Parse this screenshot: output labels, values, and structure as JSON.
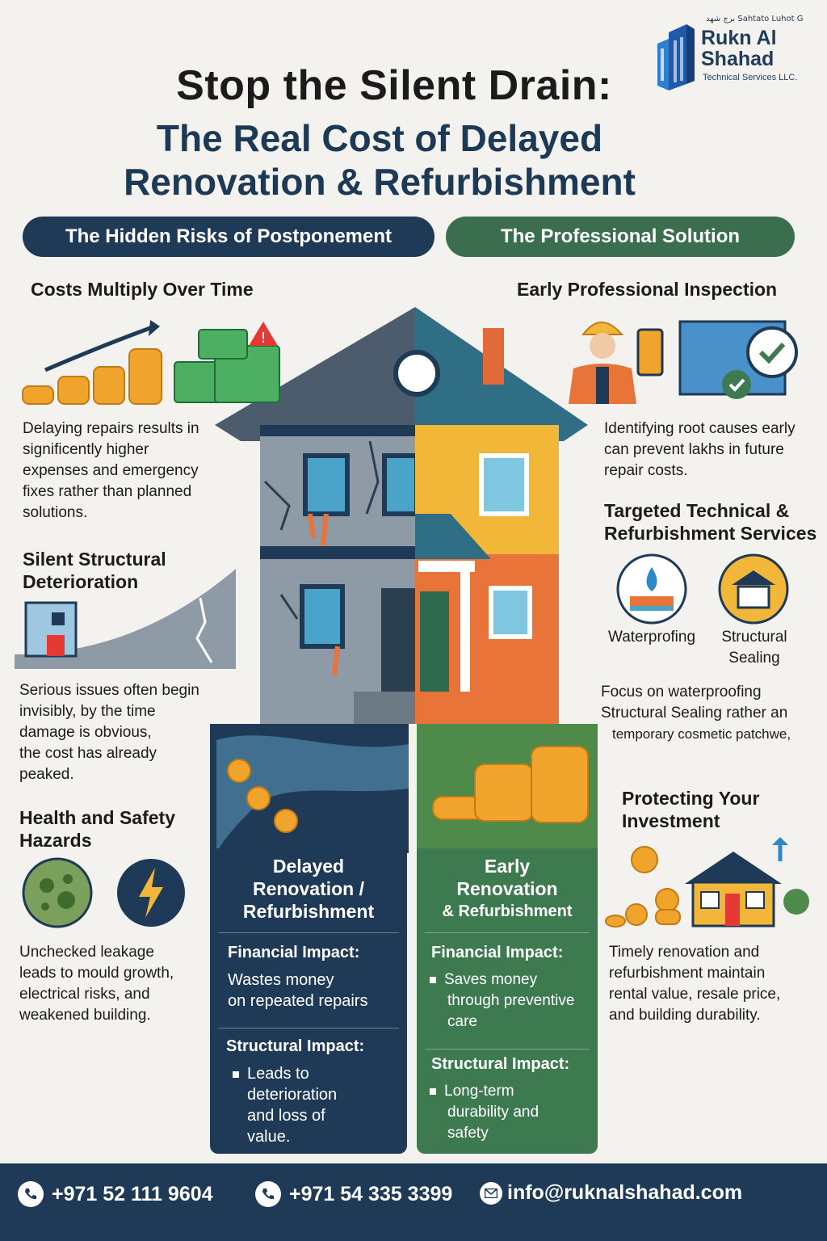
{
  "logo": {
    "tagline": "ﺑﺮﺝ ﺷﻬﺪ Sahtato Luhot G",
    "name_line1": "Rukn Al",
    "name_line2": "Shahad",
    "subtitle": "Technical Services LLC."
  },
  "title": {
    "line1": "Stop the Silent Drain:",
    "line2a": "The Real Cost of Delayed",
    "line2b": "Renovation & Refurbishment"
  },
  "columns": {
    "risks_label": "The Hidden Risks of Postponement",
    "solution_label": "The Professional Solution"
  },
  "risks": {
    "costs": {
      "heading": "Costs Multiply Over Time",
      "body": [
        "Delaying repairs results in",
        "significently higher",
        "expenses and emergency",
        "fixes rather than planned",
        "solutions."
      ]
    },
    "structural": {
      "heading": [
        "Silent Structural",
        "Deterioration"
      ],
      "body": [
        "Serious issues often begin",
        "invisibly, by the time",
        "damage is obvious,",
        "the cost has already",
        "peaked."
      ]
    },
    "health": {
      "heading": [
        "Health and Safety",
        "Hazards"
      ],
      "body": [
        "Unchecked leakage",
        "leads to mould growth,",
        "electrical risks, and",
        "weakened building."
      ]
    }
  },
  "solutions": {
    "inspection": {
      "heading": "Early Professional Inspection",
      "body": [
        "Identifying root causes early",
        "can prevent lakhs in future",
        "repair costs."
      ]
    },
    "services": {
      "heading": [
        "Targeted Technical &",
        "Refurbishment Services"
      ],
      "item1": "Waterprofing",
      "item2": [
        "Structural",
        "Sealing"
      ],
      "body": [
        "Focus on waterproofing",
        "Structural Sealing rather an",
        "temporary cosmetic patchwe,"
      ]
    },
    "investment": {
      "heading": [
        "Protecting Your",
        "Investment"
      ],
      "body": [
        "Timely renovation and",
        "refurbishment maintain",
        "rental value, resale price,",
        "and building durability."
      ]
    }
  },
  "delayed_panel": {
    "title": [
      "Delayed",
      "Renovation /",
      "Refurbishment"
    ],
    "financial_label": "Financial Impact:",
    "financial_body": [
      "Wastes money",
      "on repeated repairs"
    ],
    "structural_label": "Structural Impact:",
    "structural_body": [
      "Leads to",
      "deterioration",
      "and loss of",
      "value."
    ]
  },
  "early_panel": {
    "title": [
      "Early",
      "Renovation",
      "& Refurbishment"
    ],
    "financial_label": "Financial Impact:",
    "financial_body": [
      "Saves money",
      "through preventive",
      "care"
    ],
    "structural_label": "Structural Impact:",
    "structural_body": [
      "Long-term",
      "durability and",
      "safety"
    ]
  },
  "footer": {
    "phone1": "+971 52 111 9604",
    "phone2": "+971 54 335 3399",
    "email": "info@ruknalshahad.com"
  },
  "colors": {
    "navy": "#1e3a56",
    "green": "#3d7a4f",
    "orange": "#e8743a",
    "yellow": "#f2b739",
    "gold": "#f0a42c"
  }
}
